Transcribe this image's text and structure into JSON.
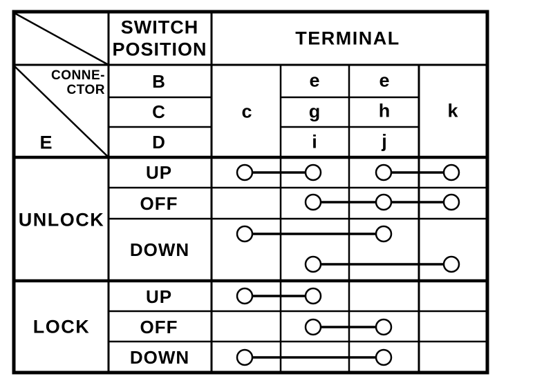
{
  "header": {
    "switch_position_line1": "SWITCH",
    "switch_position_line2": "POSITION",
    "terminal": "TERMINAL"
  },
  "connector": {
    "label_line1": "CONNE-",
    "label_line2": "CTOR",
    "name": "E",
    "switch_rows": [
      "B",
      "C",
      "D"
    ]
  },
  "terminals": {
    "c": "c",
    "k": "k",
    "row_b": [
      "e",
      "e"
    ],
    "row_c": [
      "g",
      "h"
    ],
    "row_d": [
      "i",
      "j"
    ]
  },
  "sections": [
    {
      "label": "UNLOCK",
      "positions": [
        "UP",
        "OFF",
        "DOWN"
      ]
    },
    {
      "label": "LOCK",
      "positions": [
        "UP",
        "OFF",
        "DOWN"
      ]
    }
  ],
  "chart_data": {
    "type": "table",
    "columns": [
      "c",
      "e/g/i",
      "e/h/j",
      "k"
    ],
    "connector_terminal_map": {
      "B": [
        "c",
        "e",
        "e",
        "k"
      ],
      "C": [
        "c",
        "g",
        "h",
        "k"
      ],
      "D": [
        "c",
        "i",
        "j",
        "k"
      ]
    },
    "connection_lines": [
      {
        "section": "UNLOCK",
        "position": "UP",
        "slot": "unlock_up",
        "terminals": [
          "c",
          "egi"
        ]
      },
      {
        "section": "UNLOCK",
        "position": "UP",
        "slot": "unlock_up",
        "terminals": [
          "ehj",
          "k"
        ]
      },
      {
        "section": "UNLOCK",
        "position": "OFF",
        "slot": "unlock_off",
        "terminals": [
          "egi",
          "ehj",
          "k"
        ]
      },
      {
        "section": "UNLOCK",
        "position": "DOWN",
        "slot": "unlock_down_a",
        "terminals": [
          "c",
          "ehj"
        ]
      },
      {
        "section": "UNLOCK",
        "position": "DOWN",
        "slot": "unlock_down_b",
        "terminals": [
          "egi",
          "k"
        ]
      },
      {
        "section": "LOCK",
        "position": "UP",
        "slot": "lock_up",
        "terminals": [
          "c",
          "egi"
        ]
      },
      {
        "section": "LOCK",
        "position": "OFF",
        "slot": "lock_off",
        "terminals": [
          "egi",
          "ehj"
        ]
      },
      {
        "section": "LOCK",
        "position": "DOWN",
        "slot": "lock_down",
        "terminals": [
          "c",
          "ehj"
        ]
      }
    ]
  }
}
